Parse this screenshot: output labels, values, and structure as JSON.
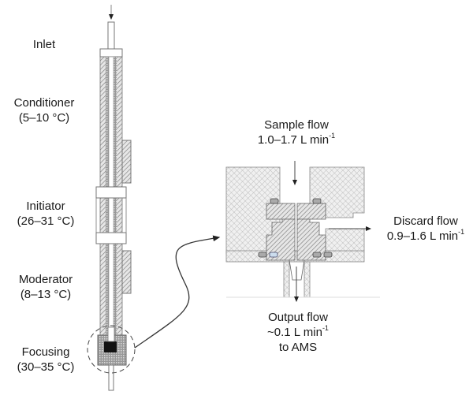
{
  "stages": [
    {
      "name": "Inlet",
      "temp": ""
    },
    {
      "name": "Conditioner",
      "temp": "(5–10 °C)"
    },
    {
      "name": "Initiator",
      "temp": "(26–31 °C)"
    },
    {
      "name": "Moderator",
      "temp": "(8–13 °C)"
    },
    {
      "name": "Focusing",
      "temp": "(30–35 °C)"
    }
  ],
  "flows": {
    "sample": {
      "title": "Sample flow",
      "value": "1.0–1.7 L min",
      "exp": "-1"
    },
    "discard": {
      "title": "Discard flow",
      "value": "0.9–1.6 L min",
      "exp": "-1"
    },
    "output": {
      "title": "Output flow",
      "value": "~0.1 L min",
      "exp": "-1",
      "dest": "to AMS"
    }
  },
  "colors": {
    "line": "#555555",
    "hatch": "#8a8a8a",
    "text": "#1a1a1a"
  }
}
